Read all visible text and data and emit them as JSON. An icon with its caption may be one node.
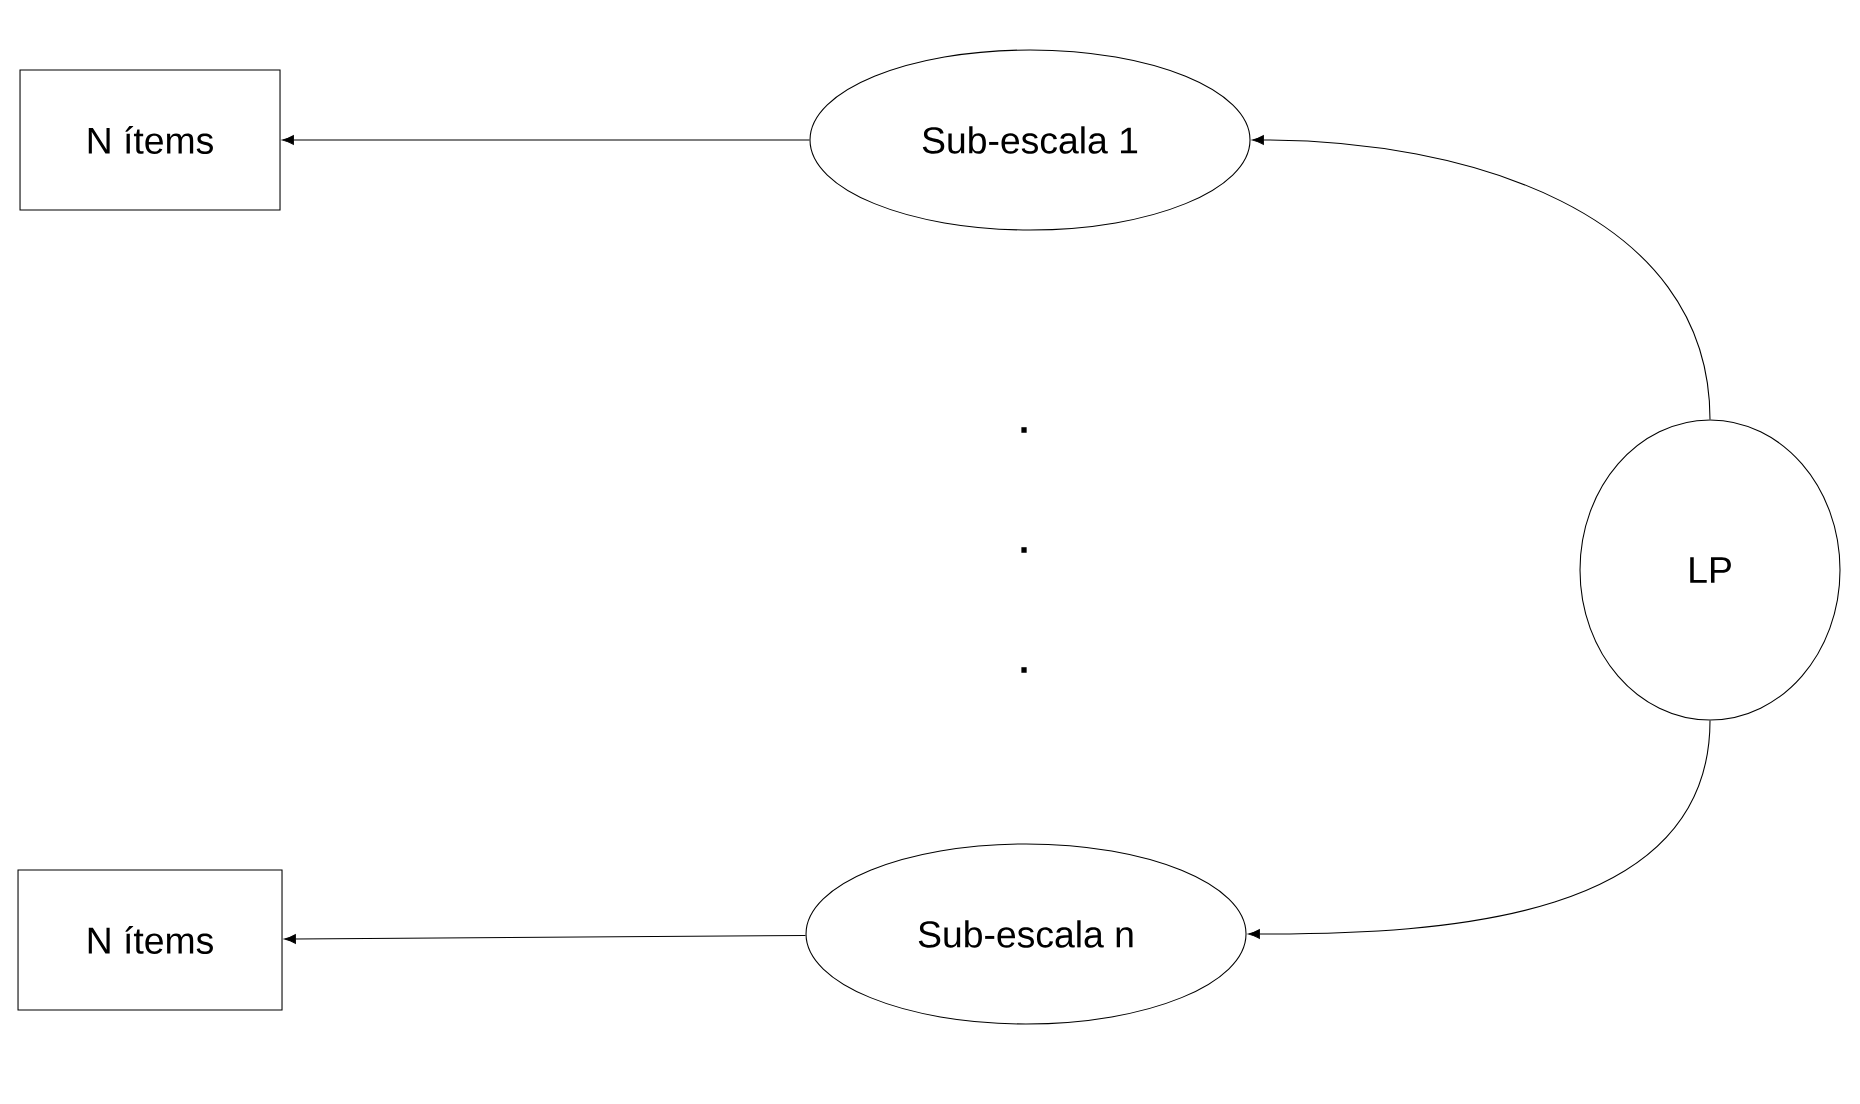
{
  "diagram": {
    "nodes": [
      {
        "text": [
          "N ítems"
        ]
      },
      {
        "text": [
          "Sub-escala 1"
        ]
      },
      {
        "text": [
          "LP"
        ]
      },
      {
        "text": [
          "N ítems"
        ]
      },
      {
        "text": [
          "Sub-escala n"
        ]
      }
    ],
    "edges": [
      {
        "from": 1,
        "to": 0,
        "arrow": "to"
      },
      {
        "from": 2,
        "to": 1,
        "arrow": "to"
      },
      {
        "from": 2,
        "to": 4,
        "arrow": "to"
      },
      {
        "from": 4,
        "to": 3,
        "arrow": "to"
      }
    ],
    "labels": [
      ".",
      ".",
      "."
    ]
  }
}
